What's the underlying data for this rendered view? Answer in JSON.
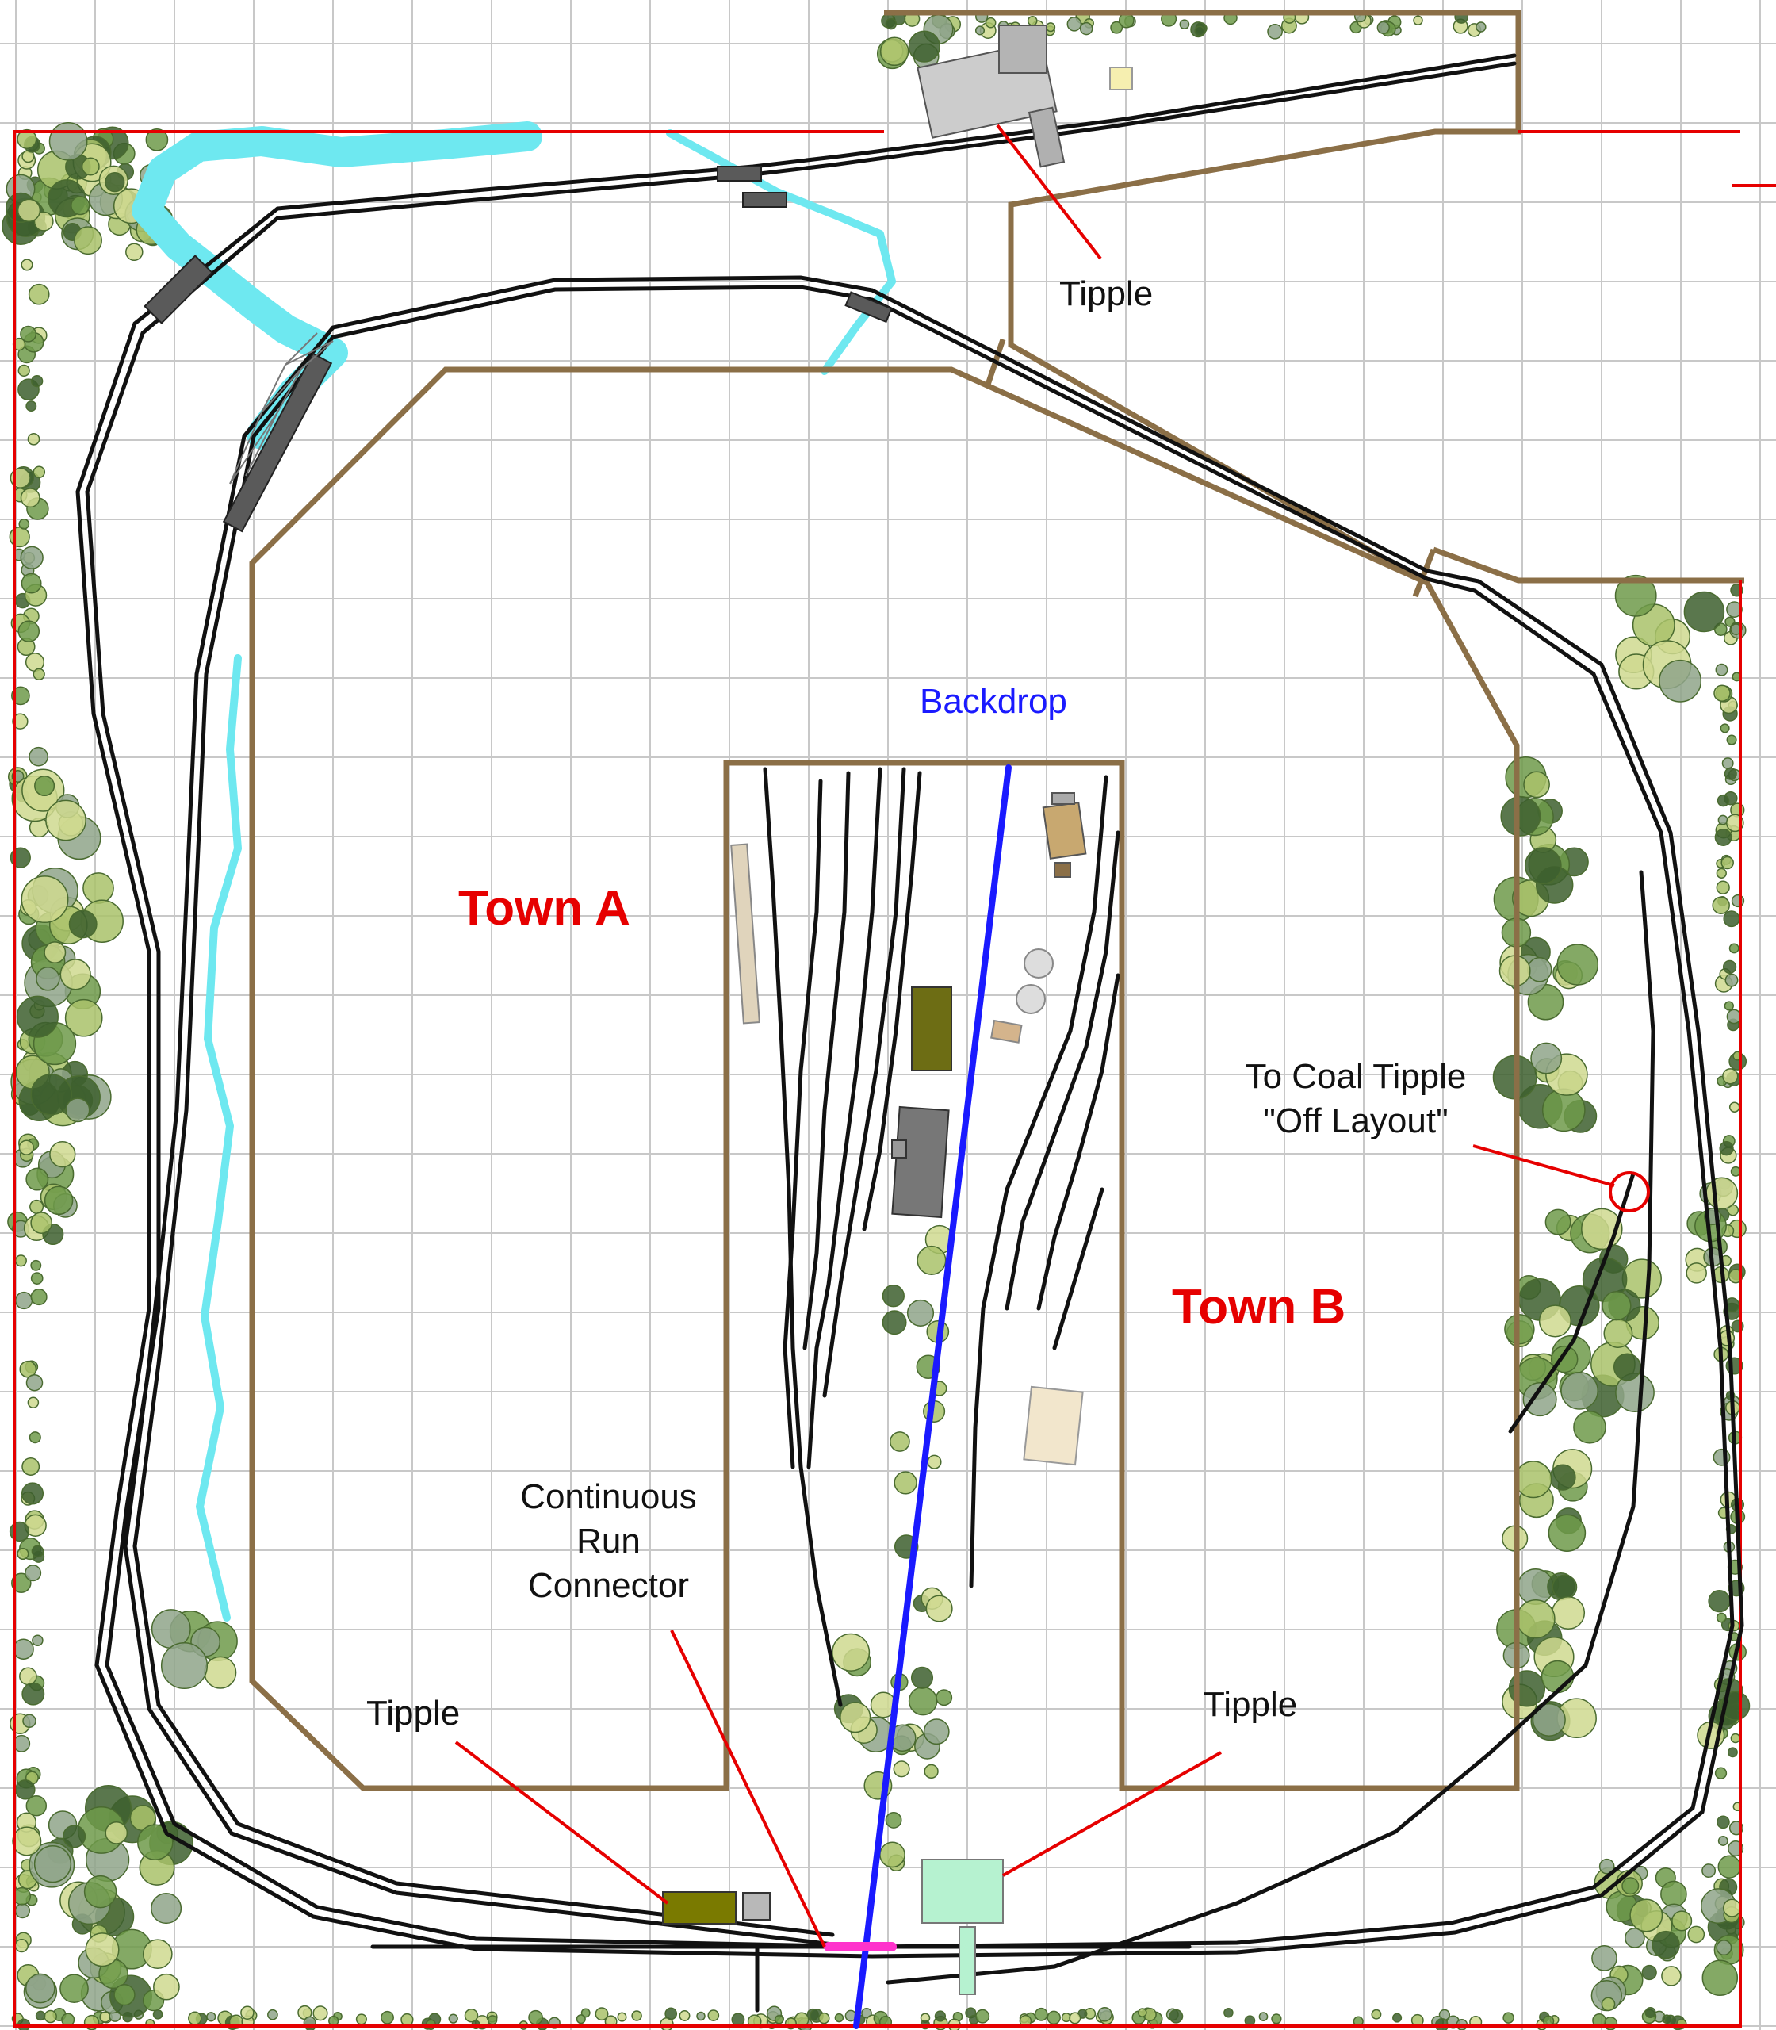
{
  "labels": {
    "tipple_top": "Tipple",
    "backdrop": "Backdrop",
    "town_a": "Town A",
    "town_b": "Town B",
    "coal_tipple_line1": "To Coal Tipple",
    "coal_tipple_line2": "\"Off Layout\"",
    "continuous_line1": "Continuous",
    "continuous_line2": "Run",
    "continuous_line3": "Connector",
    "tipple_left": "Tipple",
    "tipple_right": "Tipple"
  },
  "colors": {
    "room_wall": "#e60000",
    "benchwork": "#8b6f47",
    "track": "#111111",
    "river": "#6ee8f0",
    "backdrop": "#1a1aff",
    "grid": "#c8c8c8",
    "tree_light": "#a9c26a",
    "tree_dark": "#3d5f2e",
    "tree_grey": "#8fa58a",
    "leader": "#e60000",
    "connector": "#ff33cc"
  }
}
